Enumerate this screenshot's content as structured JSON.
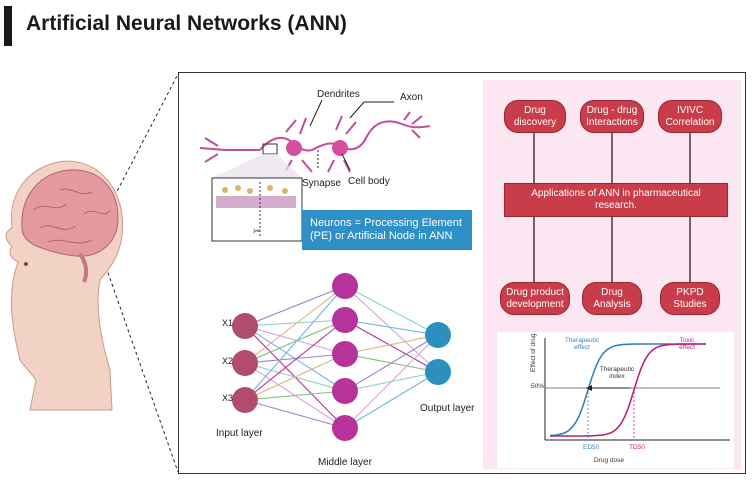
{
  "title": "Artificial Neural Networks (ANN)",
  "neuron": {
    "dendrites": "Dendrites",
    "axon": "Axon",
    "synapse": "Synapse",
    "cell_body": "Cell body"
  },
  "definition": "Neurons = Processing Element (PE) or Artificial Node in ANN",
  "network": {
    "inputs": [
      "X1",
      "X2",
      "X3"
    ],
    "input_layer": "Input layer",
    "middle_layer": "Middle layer",
    "output_layer": "Output layer",
    "input_color": "#b24c6e",
    "middle_color": "#b5339a",
    "output_color": "#2b8fbf"
  },
  "applications": {
    "top": [
      "Drug discovery",
      "Drug - drug Interactions",
      "IVIVC Correlation"
    ],
    "center": "Applications of ANN in pharmaceutical research.",
    "bottom": [
      "Drug product development",
      "Drug Analysis",
      "PKPD Studies"
    ],
    "box_color": "#c93c49",
    "panel_color": "#fbe6f2"
  },
  "dose_chart": {
    "ylabel": "Effect of drug",
    "xlabel": "Drug dose",
    "y_tick": "50%",
    "therapeutic": "Therapeutic effect",
    "toxic": "Toxic effect",
    "index": "Therapeutic index",
    "ed50": "ED50",
    "td50": "TD50",
    "therapeutic_color": "#3a7fb5",
    "toxic_color": "#c0207f"
  }
}
